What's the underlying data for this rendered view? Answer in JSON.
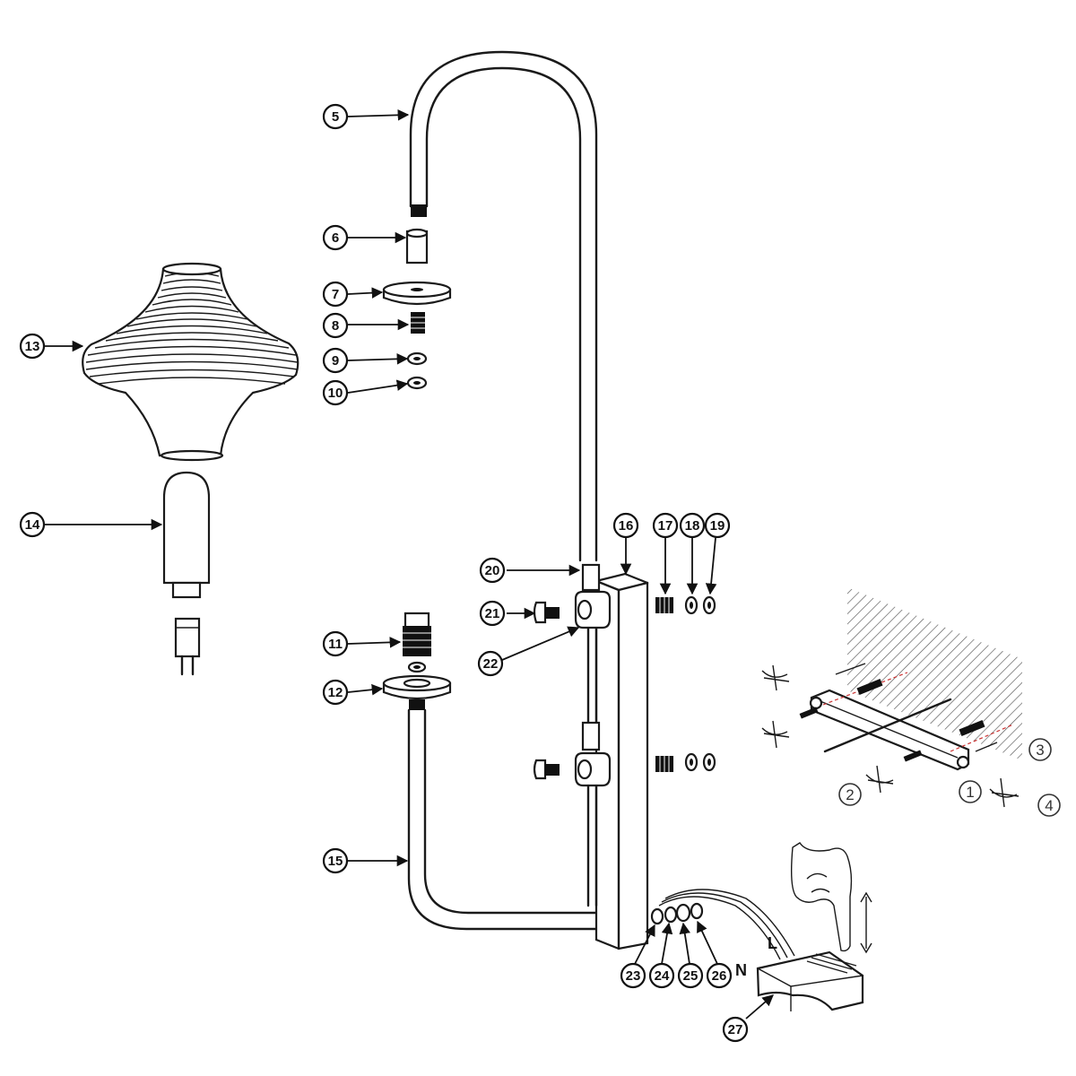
{
  "callouts": [
    {
      "n": "5"
    },
    {
      "n": "6"
    },
    {
      "n": "7"
    },
    {
      "n": "8"
    },
    {
      "n": "9"
    },
    {
      "n": "10"
    },
    {
      "n": "11"
    },
    {
      "n": "12"
    },
    {
      "n": "13"
    },
    {
      "n": "14"
    },
    {
      "n": "15"
    },
    {
      "n": "16"
    },
    {
      "n": "17"
    },
    {
      "n": "18"
    },
    {
      "n": "19"
    },
    {
      "n": "20"
    },
    {
      "n": "21"
    },
    {
      "n": "22"
    },
    {
      "n": "23"
    },
    {
      "n": "24"
    },
    {
      "n": "25"
    },
    {
      "n": "26"
    },
    {
      "n": "27"
    }
  ],
  "mounting_steps": [
    {
      "n": "1"
    },
    {
      "n": "2"
    },
    {
      "n": "3"
    },
    {
      "n": "4"
    }
  ],
  "wiring": {
    "live_label": "L",
    "neutral_label": "N"
  }
}
